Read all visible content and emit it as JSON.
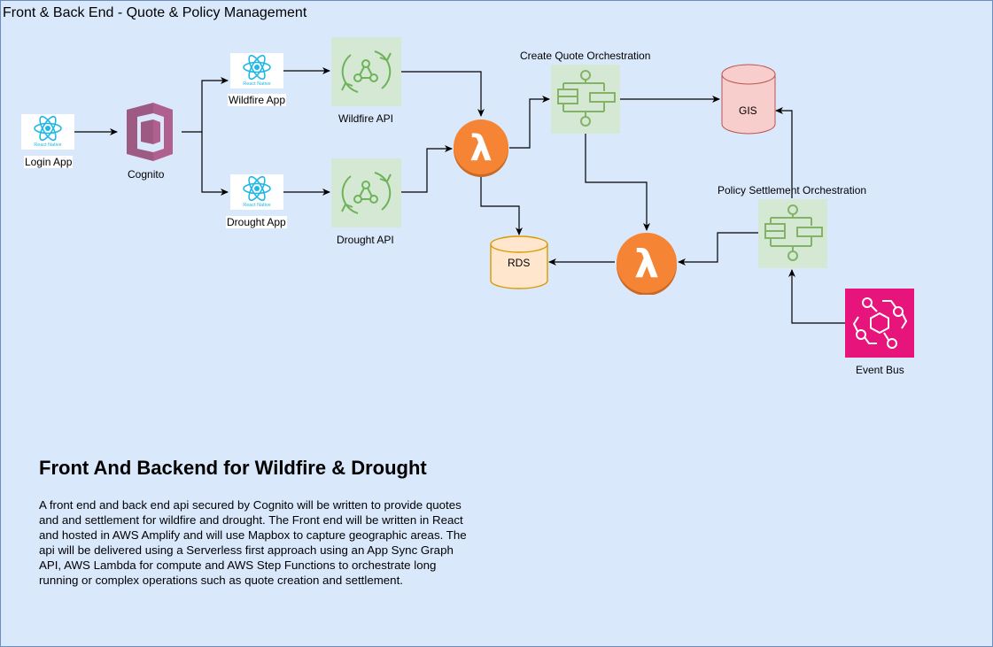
{
  "diagram": {
    "title": "Front & Back End - Quote & Policy Management",
    "nodes": {
      "login_app": {
        "label": "Login App",
        "icon": "react-native-icon",
        "icon_text": "React Native"
      },
      "cognito": {
        "label": "Cognito",
        "icon": "cognito-icon"
      },
      "wildfire_app": {
        "label": "Wildfire App",
        "icon": "react-native-icon",
        "icon_text": "React Native"
      },
      "drought_app": {
        "label": "Drought App",
        "icon": "react-native-icon",
        "icon_text": "React Native"
      },
      "wildfire_api": {
        "label": "Wildfire API",
        "icon": "appsync-icon"
      },
      "drought_api": {
        "label": "Drought  API",
        "icon": "appsync-icon"
      },
      "lambda_quote": {
        "label": "",
        "icon": "lambda-icon",
        "glyph": "λ"
      },
      "lambda_settlement": {
        "label": "",
        "icon": "lambda-icon",
        "glyph": "λ"
      },
      "create_quote_orchestration": {
        "label": "Create Quote Orchestration",
        "icon": "step-functions-icon"
      },
      "policy_settlement_orchestration": {
        "label": "Policy Settlement Orchestration",
        "icon": "step-functions-icon"
      },
      "gis": {
        "label": "GIS",
        "icon": "database-icon"
      },
      "rds": {
        "label": "RDS",
        "icon": "database-icon"
      },
      "event_bus": {
        "label": "Event Bus",
        "icon": "eventbridge-icon"
      }
    },
    "edges": [
      {
        "from": "login_app",
        "to": "cognito"
      },
      {
        "from": "cognito",
        "to": "wildfire_app"
      },
      {
        "from": "cognito",
        "to": "drought_app"
      },
      {
        "from": "wildfire_app",
        "to": "wildfire_api"
      },
      {
        "from": "drought_app",
        "to": "drought_api"
      },
      {
        "from": "wildfire_api",
        "to": "lambda_quote"
      },
      {
        "from": "drought_api",
        "to": "lambda_quote"
      },
      {
        "from": "lambda_quote",
        "to": "create_quote_orchestration"
      },
      {
        "from": "lambda_quote",
        "to": "rds"
      },
      {
        "from": "create_quote_orchestration",
        "to": "gis"
      },
      {
        "from": "create_quote_orchestration",
        "to": "lambda_settlement"
      },
      {
        "from": "policy_settlement_orchestration",
        "to": "lambda_settlement"
      },
      {
        "from": "policy_settlement_orchestration",
        "to": "gis"
      },
      {
        "from": "lambda_settlement",
        "to": "rds"
      },
      {
        "from": "event_bus",
        "to": "policy_settlement_orchestration"
      }
    ],
    "colors": {
      "background": "#dae8fc",
      "border": "#6c8ebf",
      "lambda": "#f58534",
      "step_functions_fill": "#d5e8d4",
      "step_functions_stroke": "#82b366",
      "gis_fill": "#f8cecc",
      "gis_stroke": "#b85450",
      "rds_fill": "#ffe6cc",
      "rds_stroke": "#d79b00",
      "event_bus": "#e7157b",
      "cognito": "#b0608f",
      "react": "#1fb8e6"
    }
  },
  "description": {
    "heading": "Front And Backend for Wildfire & Drought",
    "body": "A front end and back end api secured by Cognito will be written to provide quotes and and settlement for wildfire and drought.  The Front end will be written in React and hosted in AWS Amplify and will use Mapbox to capture geographic areas. The api will be delivered using a Serverless first approach using an App Sync Graph API, AWS Lambda for compute and AWS Step Functions to orchestrate long running or complex operations such as quote creation and settlement."
  }
}
